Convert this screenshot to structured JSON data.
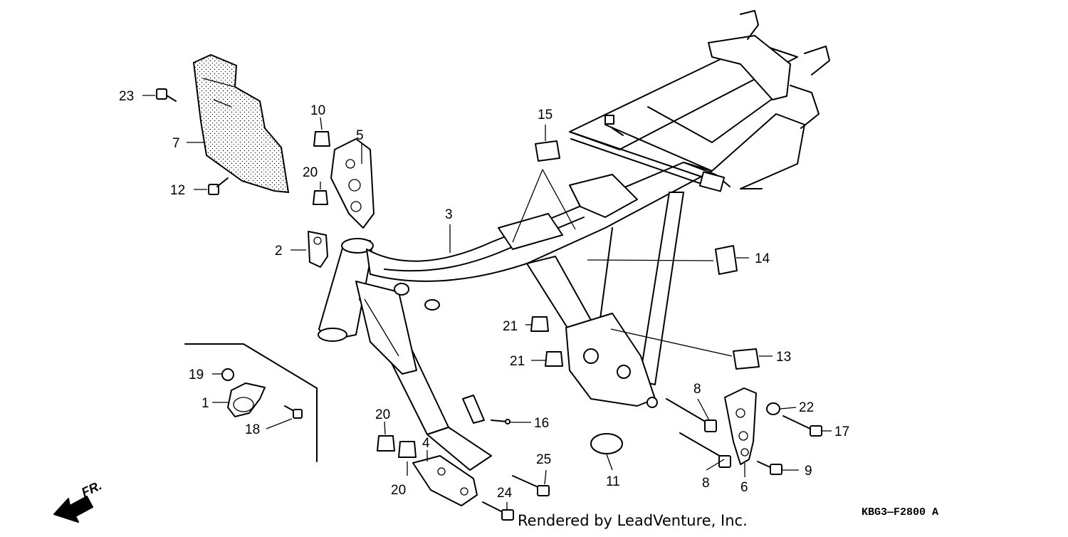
{
  "diagram": {
    "code_label": "KBG3—F2800 A",
    "credit": "Rendered by LeadVenture, Inc.",
    "direction_label": "FR.",
    "callouts": [
      "23",
      "7",
      "12",
      "10",
      "5",
      "20",
      "2",
      "3",
      "15",
      "14",
      "21",
      "21",
      "13",
      "19",
      "1",
      "18",
      "20",
      "20",
      "4",
      "16",
      "25",
      "24",
      "11",
      "8",
      "8",
      "22",
      "17",
      "6",
      "9"
    ]
  }
}
